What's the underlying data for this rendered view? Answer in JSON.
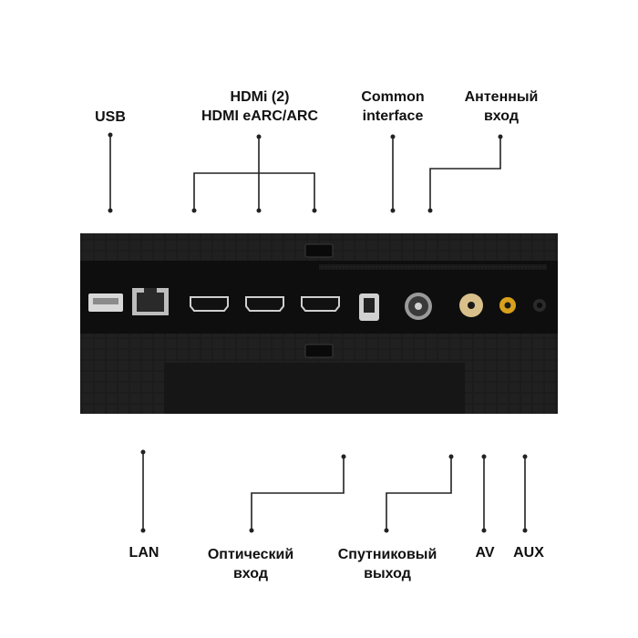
{
  "labels": {
    "usb": "USB",
    "hdmi": [
      "HDMi (2)",
      "HDMI eARC/ARC"
    ],
    "common_interface": [
      "Common",
      "interface"
    ],
    "antenna": [
      "Антенный",
      "вход"
    ],
    "lan": "LAN",
    "optical": [
      "Оптический",
      "вход"
    ],
    "satellite": [
      "Спутниковый",
      "выход"
    ],
    "av": "AV",
    "aux": "AUX"
  },
  "colors": {
    "panel": "#1c1c1c",
    "panel_dark": "#111111",
    "grid_line": "#2c2c2c",
    "leader": "#222222",
    "av_jack": "#d9c08a",
    "aux_jack": "#d8a11c",
    "text": "#111111"
  },
  "ports": [
    "usb-port-icon",
    "lan-port-icon",
    "hdmi-port-icon",
    "optical-port-icon",
    "antenna-port-icon",
    "av-port-icon",
    "aux-port-icon"
  ]
}
